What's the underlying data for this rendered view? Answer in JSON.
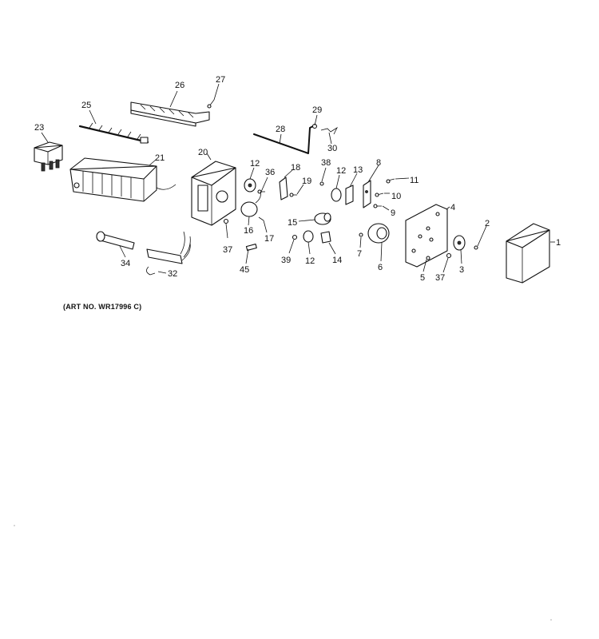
{
  "diagram": {
    "art_number": "(ART NO. WR17996 C)",
    "callouts": [
      {
        "id": "c1",
        "label": "1"
      },
      {
        "id": "c2",
        "label": "2"
      },
      {
        "id": "c3",
        "label": "3"
      },
      {
        "id": "c4",
        "label": "4"
      },
      {
        "id": "c5",
        "label": "5"
      },
      {
        "id": "c6",
        "label": "6"
      },
      {
        "id": "c7",
        "label": "7"
      },
      {
        "id": "c8",
        "label": "8"
      },
      {
        "id": "c9",
        "label": "9"
      },
      {
        "id": "c10",
        "label": "10"
      },
      {
        "id": "c11",
        "label": "11"
      },
      {
        "id": "c12a",
        "label": "12"
      },
      {
        "id": "c12b",
        "label": "12"
      },
      {
        "id": "c12c",
        "label": "12"
      },
      {
        "id": "c13",
        "label": "13"
      },
      {
        "id": "c14",
        "label": "14"
      },
      {
        "id": "c15",
        "label": "15"
      },
      {
        "id": "c16",
        "label": "16"
      },
      {
        "id": "c17",
        "label": "17"
      },
      {
        "id": "c18",
        "label": "18"
      },
      {
        "id": "c19",
        "label": "19"
      },
      {
        "id": "c20",
        "label": "20"
      },
      {
        "id": "c21",
        "label": "21"
      },
      {
        "id": "c23",
        "label": "23"
      },
      {
        "id": "c25",
        "label": "25"
      },
      {
        "id": "c26",
        "label": "26"
      },
      {
        "id": "c27",
        "label": "27"
      },
      {
        "id": "c28",
        "label": "28"
      },
      {
        "id": "c29",
        "label": "29"
      },
      {
        "id": "c30",
        "label": "30"
      },
      {
        "id": "c32",
        "label": "32"
      },
      {
        "id": "c34",
        "label": "34"
      },
      {
        "id": "c36",
        "label": "36"
      },
      {
        "id": "c37a",
        "label": "37"
      },
      {
        "id": "c37b",
        "label": "37"
      },
      {
        "id": "c38",
        "label": "38"
      },
      {
        "id": "c39",
        "label": "39"
      },
      {
        "id": "c45",
        "label": "45"
      }
    ]
  }
}
